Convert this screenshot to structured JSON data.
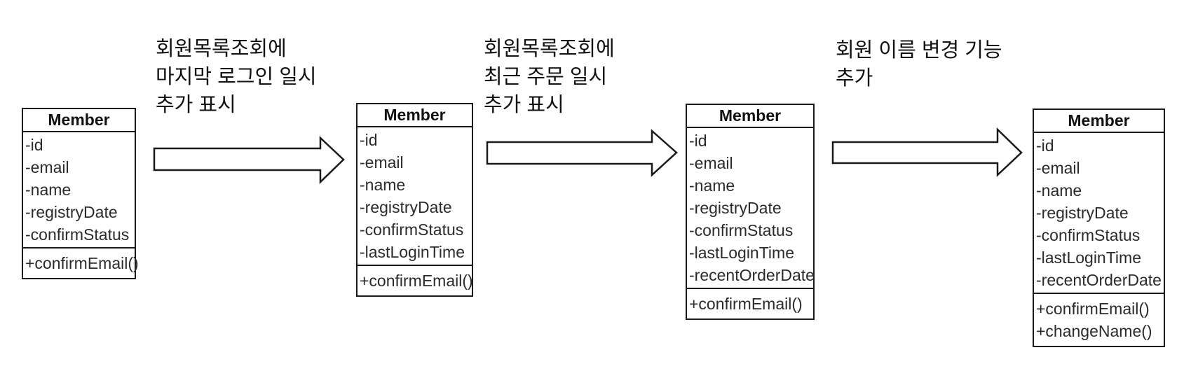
{
  "diagram": {
    "colors": {
      "background": "#ffffff",
      "border": "#1a1a1a",
      "text": "#2b2b2b",
      "arrow_fill": "#ffffff",
      "arrow_stroke": "#1a1a1a"
    },
    "classes": [
      {
        "title": "Member",
        "attributes": [
          "-id",
          "-email",
          "-name",
          "-registryDate",
          "-confirmStatus"
        ],
        "methods": [
          "+confirmEmail()"
        ]
      },
      {
        "title": "Member",
        "attributes": [
          "-id",
          "-email",
          "-name",
          "-registryDate",
          "-confirmStatus",
          "-lastLoginTime"
        ],
        "methods": [
          "+confirmEmail()"
        ]
      },
      {
        "title": "Member",
        "attributes": [
          "-id",
          "-email",
          "-name",
          "-registryDate",
          "-confirmStatus",
          "-lastLoginTime",
          "-recentOrderDate"
        ],
        "methods": [
          "+confirmEmail()"
        ]
      },
      {
        "title": "Member",
        "attributes": [
          "-id",
          "-email",
          "-name",
          "-registryDate",
          "-confirmStatus",
          "-lastLoginTime",
          "-recentOrderDate"
        ],
        "methods": [
          "+confirmEmail()",
          "+changeName()"
        ]
      }
    ],
    "annotations": [
      {
        "line1": "회원목록조회에",
        "line2": "마지막 로그인 일시",
        "line3": "추가 표시"
      },
      {
        "line1": "회원목록조회에",
        "line2": "최근 주문 일시",
        "line3": "추가 표시"
      },
      {
        "line1": "회원 이름 변경 기능",
        "line2": "추가"
      }
    ]
  }
}
